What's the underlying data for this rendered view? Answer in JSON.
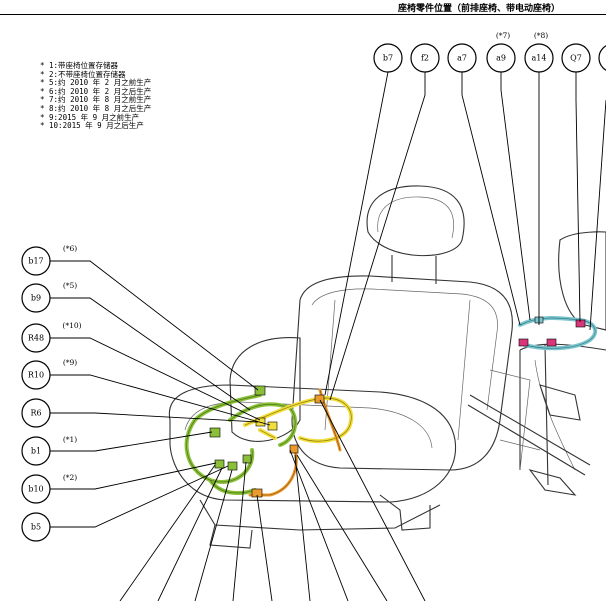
{
  "title": "座椅零件位置（前排座椅、带电动座椅）",
  "notes": [
    "* 1:带座椅位置存储器",
    "* 2:不带座椅位置存储器",
    "* 5:约 2010 年 2 月之前生产",
    "* 6:约 2010 年 2 月之后生产",
    "* 7:约 2010 年 8 月之前生产",
    "* 8:约 2010 年 8 月之后生产",
    "* 9:2015 年 9 月之前生产",
    "* 10:2015 年 9 月之后生产"
  ],
  "top_callouts": [
    {
      "label": "b7",
      "note": ""
    },
    {
      "label": "f2",
      "note": ""
    },
    {
      "label": "a7",
      "note": ""
    },
    {
      "label": "a9",
      "note": "(*7)"
    },
    {
      "label": "a14",
      "note": "(*8)"
    },
    {
      "label": "Q7",
      "note": ""
    }
  ],
  "left_callouts": [
    {
      "label": "b17",
      "note": "(*6)"
    },
    {
      "label": "b9",
      "note": "(*5)"
    },
    {
      "label": "R48",
      "note": "(*10)"
    },
    {
      "label": "R10",
      "note": "(*9)"
    },
    {
      "label": "R6",
      "note": ""
    },
    {
      "label": "b1",
      "note": "(*1)"
    },
    {
      "label": "b10",
      "note": "(*2)"
    },
    {
      "label": "b5",
      "note": ""
    }
  ],
  "colors": {
    "harness_green": "#8bbf3a",
    "harness_yellow": "#f2de3a",
    "harness_orange": "#e99a2c",
    "harness_blue": "#7ec6cf",
    "connector_pink": "#d9367a",
    "line": "#000000"
  }
}
